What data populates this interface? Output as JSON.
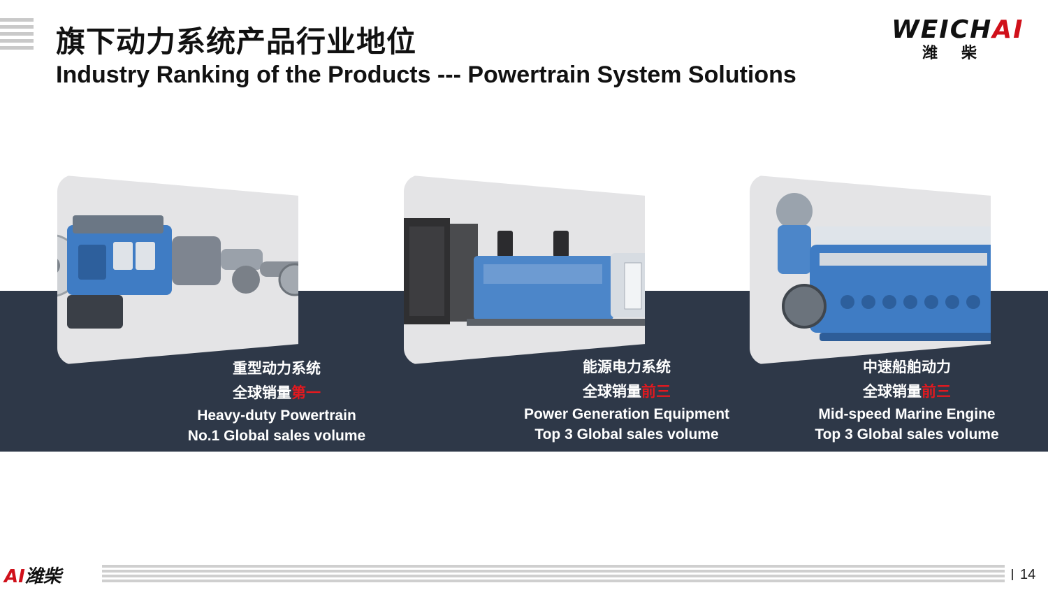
{
  "header": {
    "title_cn": "旗下动力系统产品行业地位",
    "title_en": "Industry Ranking of the Products --- Powertrain System Solutions"
  },
  "logo": {
    "word_main": "WEICH",
    "word_accent": "AI",
    "cn": "潍柴"
  },
  "products": [
    {
      "name_cn": "重型动力系统",
      "rank_prefix_cn": "全球销量",
      "rank_highlight_cn": "第一",
      "name_en": "Heavy-duty Powertrain",
      "rank_en": "No.1 Global sales volume",
      "image": "heavy-duty-powertrain-image"
    },
    {
      "name_cn": "能源电力系统",
      "rank_prefix_cn": "全球销量",
      "rank_highlight_cn": "前三",
      "name_en": "Power Generation Equipment",
      "rank_en": "Top 3 Global sales volume",
      "image": "generator-set-image"
    },
    {
      "name_cn": "中速船舶动力",
      "rank_prefix_cn": "全球销量",
      "rank_highlight_cn": "前三",
      "name_en": "Mid-speed Marine Engine",
      "rank_en": "Top 3 Global sales volume",
      "image": "marine-engine-image"
    }
  ],
  "footer": {
    "logo_accent": "AI",
    "logo_cn": "潍柴",
    "page_number": "14"
  },
  "colors": {
    "band": "#2e3848",
    "accent_red": "#e3191f",
    "engine_blue": "#3f7cc4"
  }
}
